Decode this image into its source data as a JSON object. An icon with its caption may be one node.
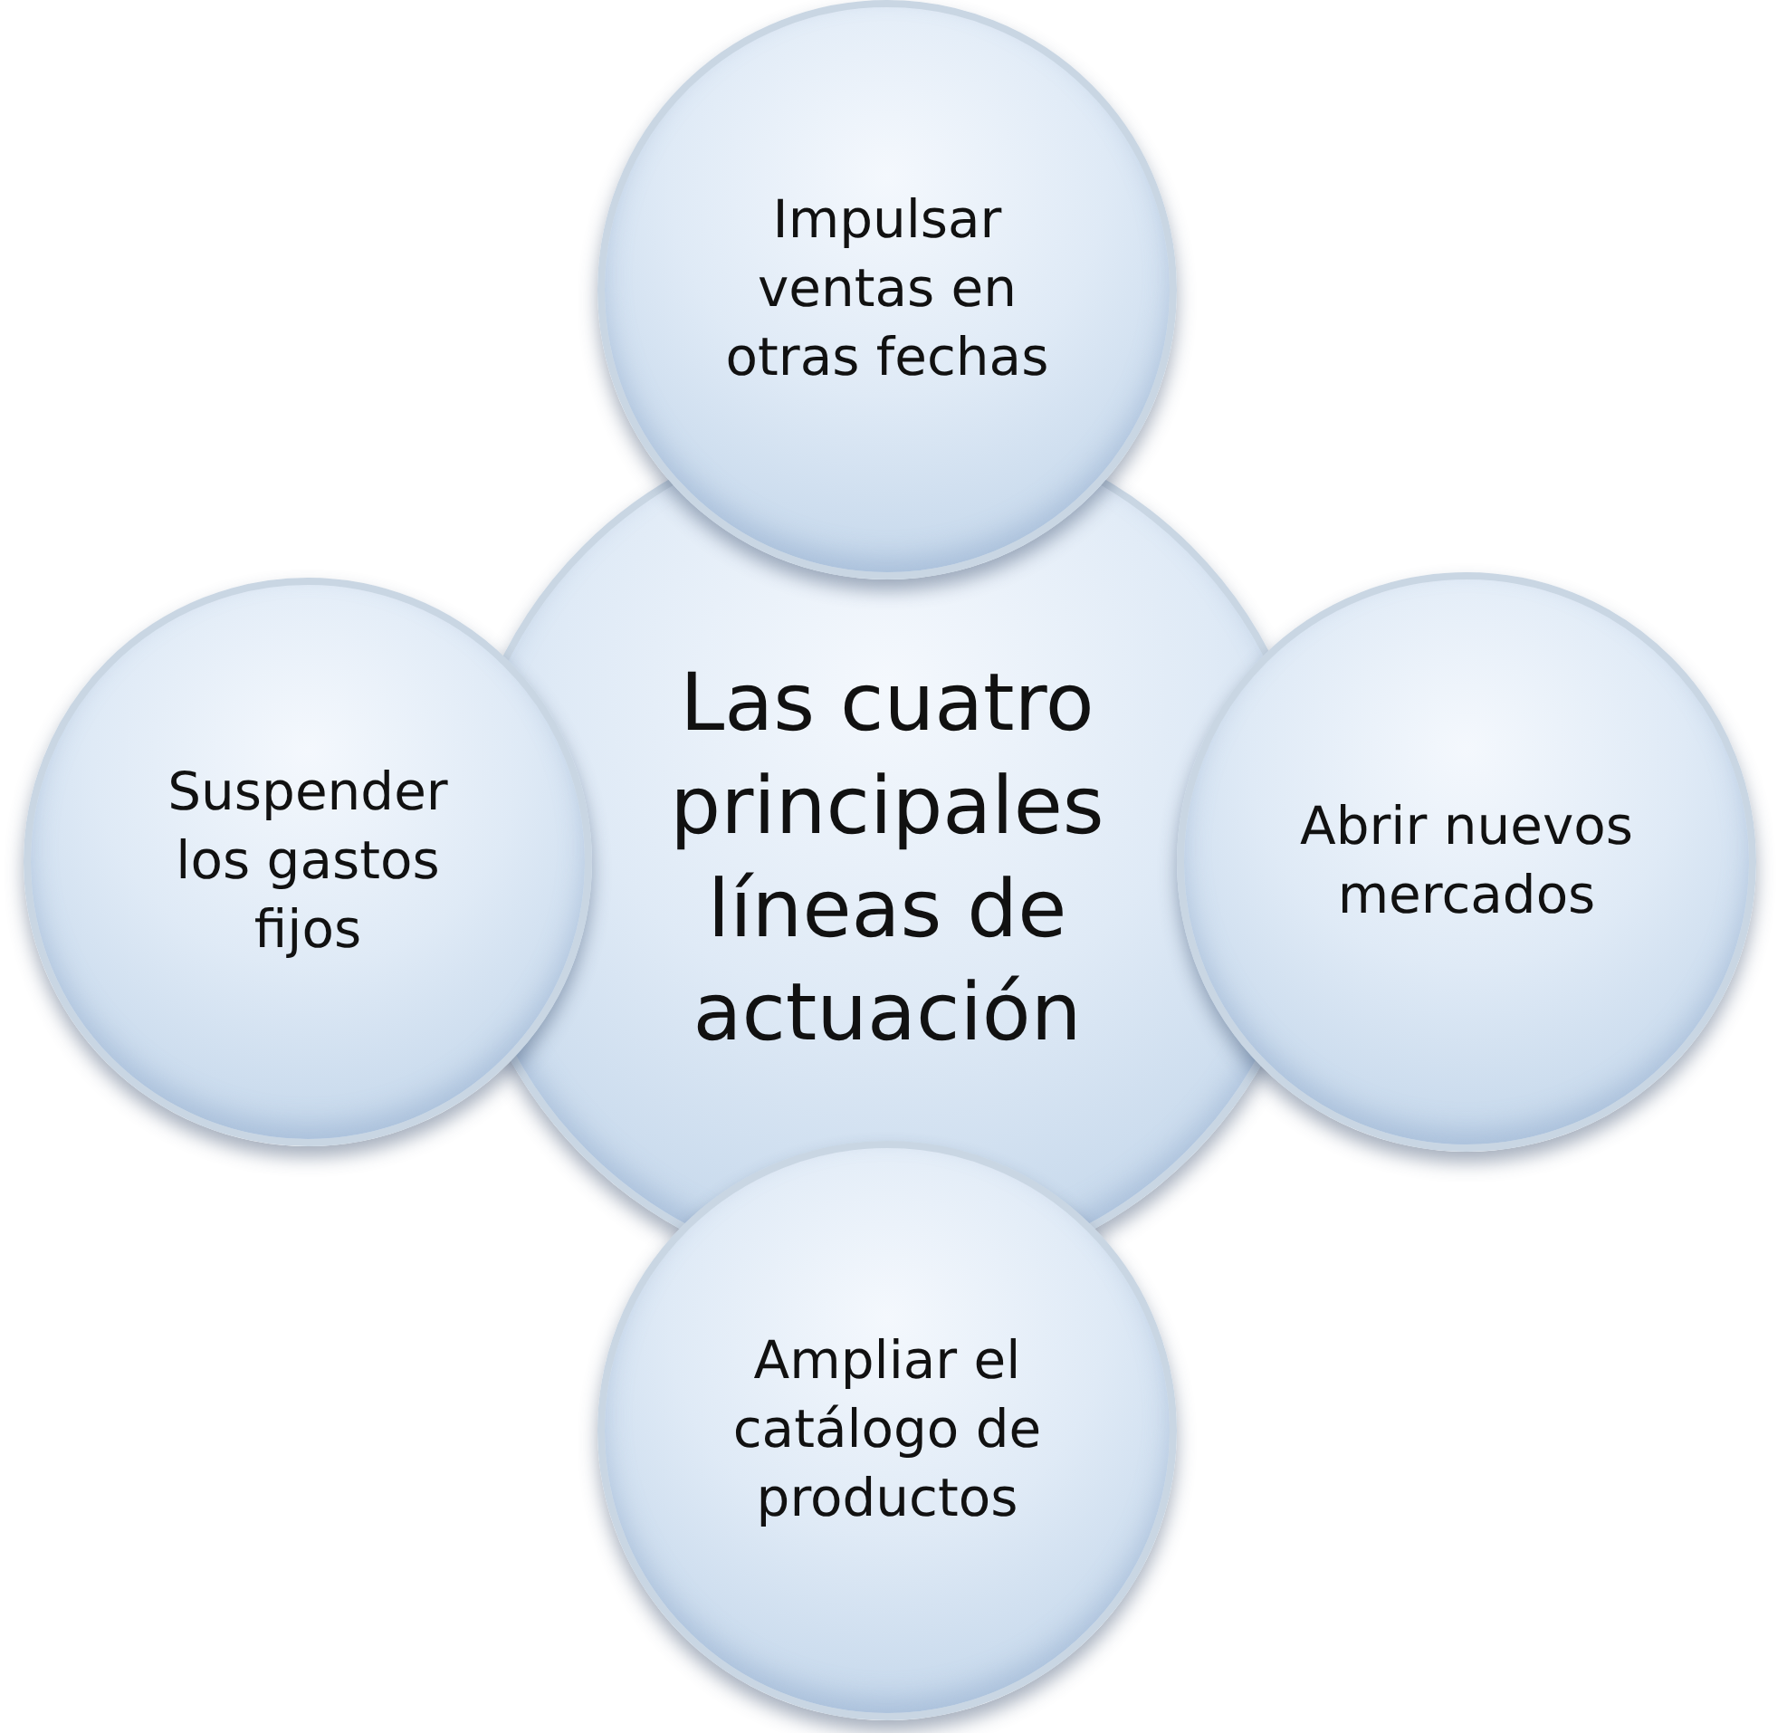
{
  "diagram": {
    "nodes": [
      {
        "text": [
          "Impulsar ventas en otras fechas"
        ]
      },
      {
        "text": [
          "Suspender los gastos fijos"
        ]
      },
      {
        "text": [
          "Las cuatro principales líneas de actuación"
        ]
      },
      {
        "text": [
          "Abrir nuevos mercados"
        ]
      },
      {
        "text": [
          "Ampliar el catálogo de productos"
        ]
      }
    ],
    "edges": []
  }
}
